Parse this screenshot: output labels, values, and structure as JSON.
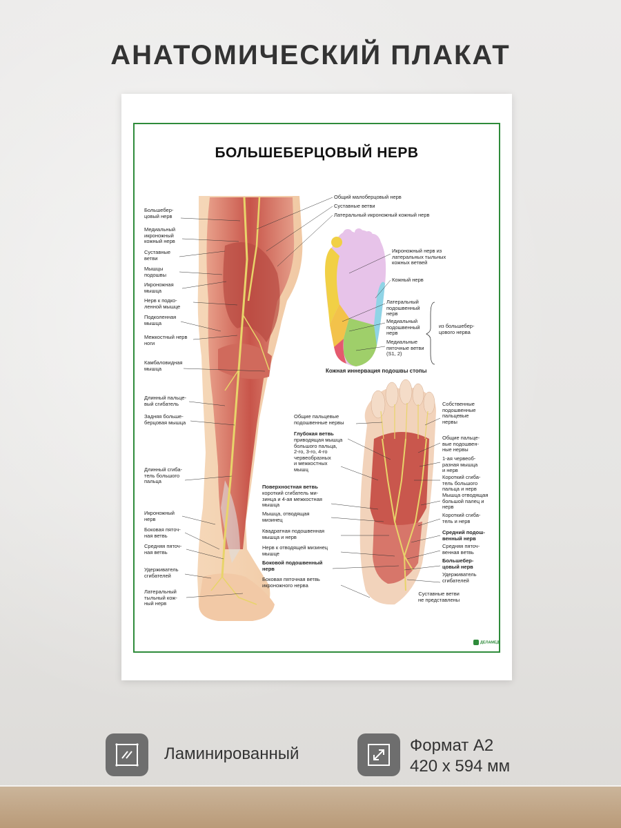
{
  "heading": "АНАТОМИЧЕСКИЙ ПЛАКАТ",
  "poster": {
    "title": "БОЛЬШЕБЕРЦОВЫЙ НЕРВ",
    "left_labels": [
      "Большебер-\nцовый нерв",
      "Медиальный\nикроножный\nкожный нерв",
      "Суставные\nветви",
      "Мышцы\nподошвы",
      "Икроножная\nмышца",
      "Нерв к подко-\nленной мышце",
      "Подколенная\nмышца",
      "Межкостный нерв\nноги",
      "Камбаловидная\nмышца",
      "Длинный пальце-\nвый сгибатель",
      "Задняя больше-\nберцовая мышца",
      "Длинный сгиба-\nтель большого\nпальца",
      "Икроножный\nнерв",
      "Боковая пяточ-\nная ветвь",
      "Средняя пяточ-\nная ветвь",
      "Удерживатель\nсгибателей",
      "Латеральный\nтыльный кож-\nный нерв"
    ],
    "top_labels": [
      "Общий малоберцовый нерв",
      "Суставные ветви",
      "Латеральный икроножный кожный нерв"
    ],
    "sole_labels": [
      "Икроножный нерв из\nлатеральных тыльных\nкожных ветвей",
      "Кожный нерв",
      "Латеральный\nподошвенный\nнерв",
      "Медиальный\nподошвенный\nнерв",
      "Медиальные\nпяточные ветви\n(S1, 2)"
    ],
    "sole_group_label": "из большебер-\nцового нерва",
    "sole_caption": "Кожная иннервация подошвы стопы",
    "foot_left_labels": [
      {
        "text": "Общие пальцевые\nподошвенные нервы",
        "bold": false
      },
      {
        "text": "Глубокая ветвь",
        "bold": true
      },
      {
        "text": "приводящая мышца\nбольшого пальца,\n2-го, 3-го, 4-го\nчервеобразных\nи межкостных\nмышц",
        "bold": false
      },
      {
        "text": "Поверхностная ветвь",
        "bold": true
      },
      {
        "text": "короткий сгибатель ми-\nзинца и 4-ая межкостная\nмышца",
        "bold": false
      },
      {
        "text": "Мышца, отводящая\nмизинец",
        "bold": false
      },
      {
        "text": "Квадратная подошвенная\nмышца и нерв",
        "bold": false
      },
      {
        "text": "Нерв к отводящей мизинец\nмышце",
        "bold": false
      },
      {
        "text": "Боковой подошвенный\nнерв",
        "bold": true
      },
      {
        "text": "Боковая пяточная ветвь\nикроножного нерва",
        "bold": false
      }
    ],
    "foot_right_labels": [
      {
        "text": "Собственные\nподошвенные\nпальцевые\nнервы",
        "bold": false
      },
      {
        "text": "Общие пальце-\nвые подошвен-\nные нервы",
        "bold": false
      },
      {
        "text": "1-ая червеоб-\nразная мышца\nи нерв",
        "bold": false
      },
      {
        "text": "Короткий сгиба-\nтель большого\nпальца и нерв",
        "bold": false
      },
      {
        "text": "Мышца отводящая\nбольшой палец и\nнерв",
        "bold": false
      },
      {
        "text": "Короткий сгиба-\nтель и нерв",
        "bold": false
      },
      {
        "text": "Средний подош-\nвенный нерв",
        "bold": true
      },
      {
        "text": "Средняя пяточ-\nвенная ветвь",
        "bold": false
      },
      {
        "text": "Большебер-\nцовый нерв",
        "bold": true
      },
      {
        "text": "Удерживатель\nсгибателей",
        "bold": false
      },
      {
        "text": "Суставные ветви\nне представлены",
        "bold": false
      }
    ],
    "logo": "ДЕЛАМЕД"
  },
  "features": [
    {
      "icon": "laminate-icon",
      "label": "Ламинированный"
    },
    {
      "icon": "resize-icon",
      "label": "Формат А2\n420 х 594 мм"
    }
  ],
  "colors": {
    "frame": "#2e8b3a",
    "icon_bg": "#6e6e6e",
    "muscle": "#c85a50",
    "nerve": "#e8d46a"
  }
}
